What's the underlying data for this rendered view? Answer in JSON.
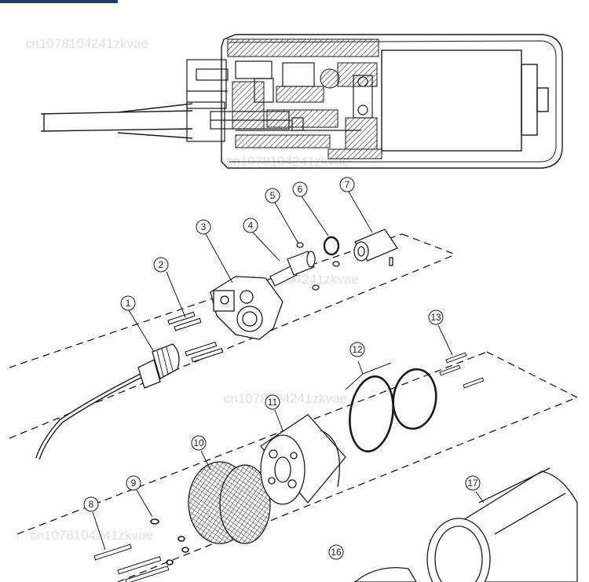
{
  "colors": {
    "top_bar": "#1f3b66",
    "line": "#1a1a1a",
    "hatch": "#444444",
    "watermark": "#e0e0e0"
  },
  "watermarks": [
    "cn1078104241zkvae",
    "cn1078104241zkvae",
    "cn1078104241zkvae",
    "cn1078104241zkvae",
    "cn1078104241zkvae",
    "cn1078104241zkvae"
  ],
  "callouts": [
    "1",
    "2",
    "3",
    "4",
    "5",
    "6",
    "7",
    "8",
    "9",
    "10",
    "11",
    "12",
    "13",
    "16",
    "17"
  ]
}
